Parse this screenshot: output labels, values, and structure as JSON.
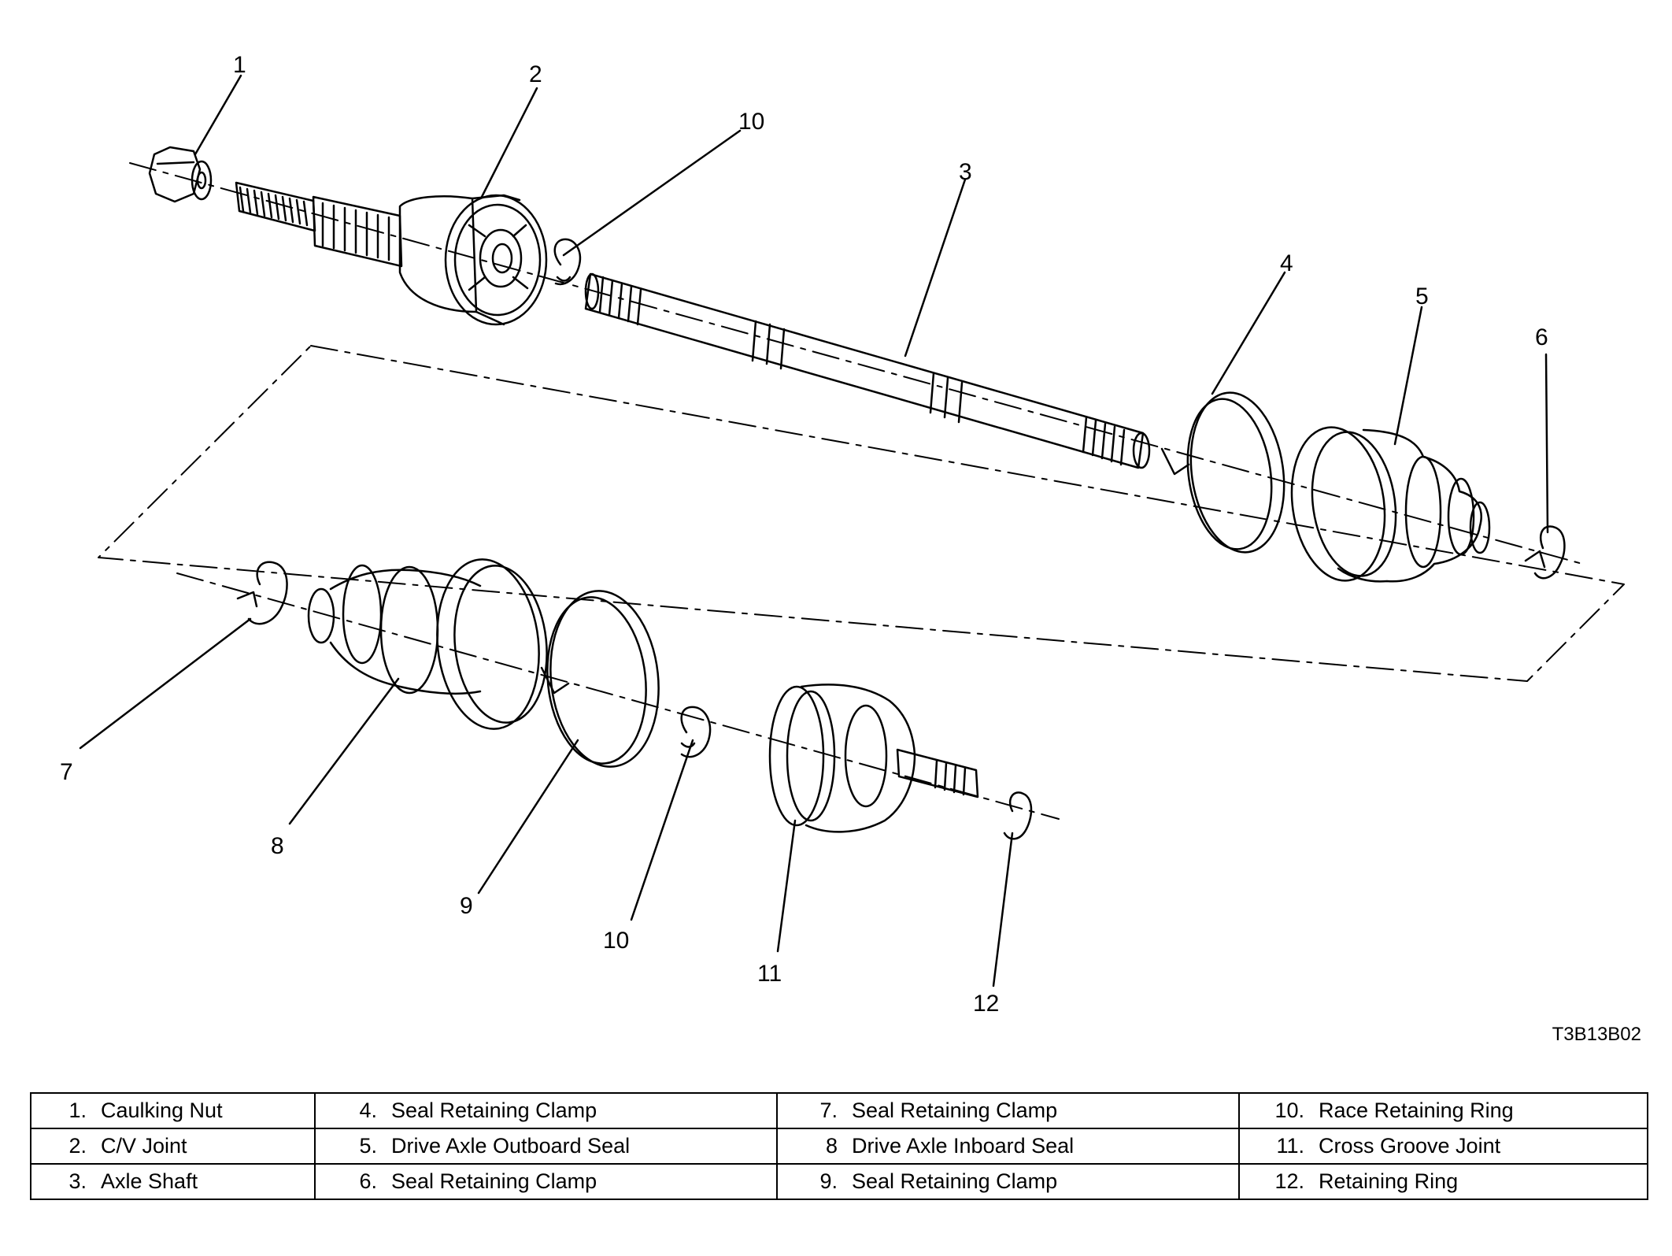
{
  "figure_code": "T3B13B02",
  "callouts": [
    "1",
    "2",
    "10",
    "3",
    "4",
    "5",
    "6",
    "7",
    "8",
    "9",
    "10",
    "11",
    "12"
  ],
  "legend": [
    [
      {
        "num": "1.",
        "label": "Caulking Nut"
      },
      {
        "num": "4.",
        "label": "Seal Retaining Clamp"
      },
      {
        "num": "7.",
        "label": "Seal Retaining Clamp"
      },
      {
        "num": "10.",
        "label": "Race Retaining Ring"
      }
    ],
    [
      {
        "num": "2.",
        "label": "C/V Joint"
      },
      {
        "num": "5.",
        "label": "Drive Axle Outboard Seal"
      },
      {
        "num": "8",
        "label": "Drive Axle Inboard Seal"
      },
      {
        "num": "11.",
        "label": "Cross Groove Joint"
      }
    ],
    [
      {
        "num": "3.",
        "label": "Axle Shaft"
      },
      {
        "num": "6.",
        "label": "Seal Retaining Clamp"
      },
      {
        "num": "9.",
        "label": "Seal Retaining Clamp"
      },
      {
        "num": "12.",
        "label": "Retaining Ring"
      }
    ]
  ]
}
